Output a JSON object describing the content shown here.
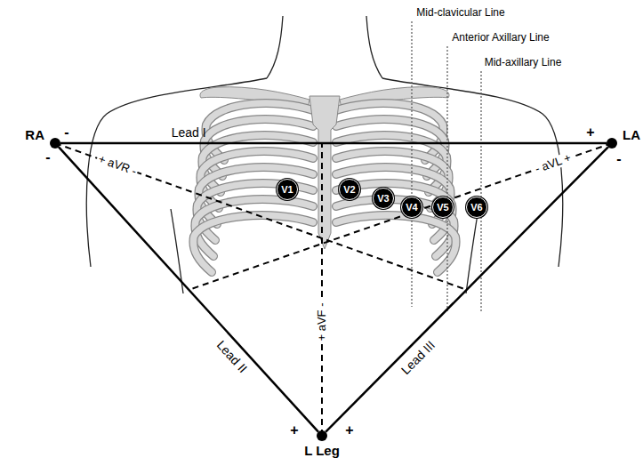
{
  "diagram": {
    "nodes": [
      {
        "text": [
          "RA"
        ]
      },
      {
        "text": [
          "LA"
        ]
      },
      {
        "text": [
          "V1"
        ]
      },
      {
        "text": [
          "V2"
        ]
      },
      {
        "text": [
          "V3"
        ]
      },
      {
        "text": [
          "V4"
        ]
      },
      {
        "text": [
          "V5"
        ]
      },
      {
        "text": [
          "V6"
        ]
      },
      {
        "text": [
          "L Leg"
        ]
      }
    ],
    "edges": [
      {
        "from": 0,
        "to": 1,
        "arrow": "none",
        "label": "Lead I"
      },
      {
        "from": 0,
        "to": 8,
        "arrow": "none",
        "label": "Lead II"
      },
      {
        "from": 1,
        "to": 8,
        "arrow": "none",
        "label": "Lead III"
      }
    ],
    "labels": [
      "Mid-clavicular Line",
      "Anterior Axillary Line",
      "Mid-axillary Line",
      "-",
      "+",
      "-",
      "+ aVR -",
      "- aVL +",
      "-",
      "+ aVF -",
      "+",
      "+"
    ]
  }
}
